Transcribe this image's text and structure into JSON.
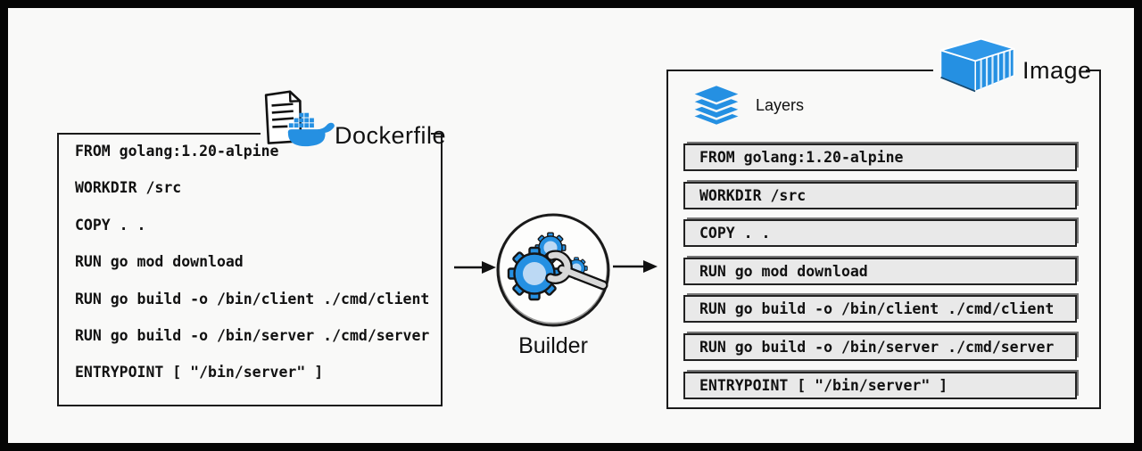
{
  "colors": {
    "accent_blue": "#2590E2",
    "gear_inner_blue": "#bcd9f4",
    "row_fill": "#e9e9e9",
    "background": "#f9f9f8",
    "ink": "#111111"
  },
  "dockerfile": {
    "label": "Dockerfile",
    "lines": [
      "FROM golang:1.20-alpine",
      "WORKDIR /src",
      "COPY . .",
      "RUN go mod download",
      "RUN go build -o /bin/client ./cmd/client",
      "RUN go build -o /bin/server ./cmd/server",
      "ENTRYPOINT [ \"/bin/server\" ]"
    ]
  },
  "builder": {
    "label": "Builder"
  },
  "image": {
    "label": "Image",
    "layers_label": "Layers",
    "layers": [
      "FROM golang:1.20-alpine",
      "WORKDIR /src",
      "COPY . .",
      "RUN go mod download",
      "RUN go build -o /bin/client ./cmd/client",
      "RUN go build -o /bin/server ./cmd/server",
      "ENTRYPOINT [ \"/bin/server\" ]"
    ]
  }
}
